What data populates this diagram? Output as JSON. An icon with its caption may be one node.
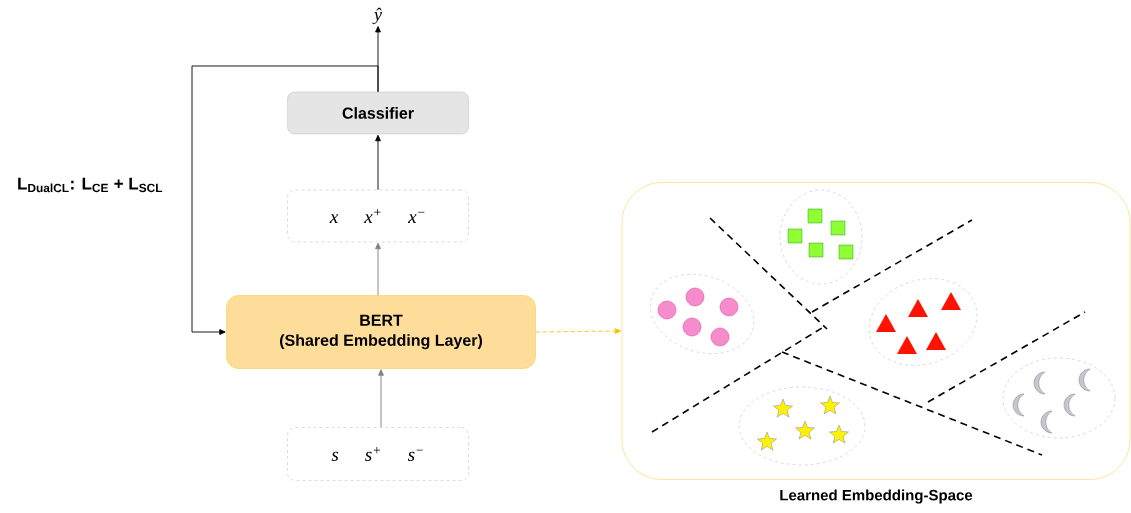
{
  "diagram": {
    "nodes": [
      {
        "text": [
          "ŷ"
        ]
      },
      {
        "text": [
          "Classifier"
        ]
      },
      {
        "text": [
          "x",
          "x$^{+}$",
          "x$^{−}$"
        ]
      },
      {
        "text": [
          "BERT",
          "(Shared Embedding Layer)"
        ]
      },
      {
        "text": [
          "s",
          "s$^{+}$",
          "s$^{−}$"
        ]
      },
      {
        "text": [],
        "shape": "box",
        "beside": [
          "Learned Embedding-Space"
        ]
      }
    ],
    "edges": [
      {
        "from": 1,
        "to": 0,
        "arrow": "to"
      },
      {
        "from": 1,
        "to": 3,
        "arrow": "to"
      },
      {
        "from": 2,
        "to": 1,
        "arrow": "to"
      },
      {
        "from": 3,
        "to": 2,
        "arrow": "to",
        "color": "#808080"
      },
      {
        "from": 4,
        "to": 3,
        "arrow": "to",
        "color": "#808080"
      },
      {
        "from": 3,
        "to": 5,
        "arrow": "to",
        "style": "dashed",
        "color": "#ffc000"
      }
    ],
    "labels": [
      "L$_{DualCL}$: L$_{CE}$ + L$_{SCL}$"
    ]
  }
}
